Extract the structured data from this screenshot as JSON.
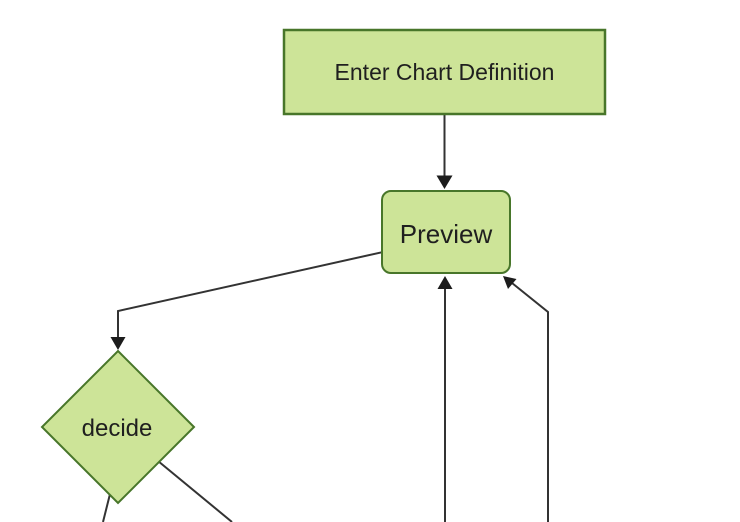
{
  "diagram": {
    "type": "flowchart",
    "orientation": "top-down",
    "background": "#ffffff",
    "colors": {
      "node_fill": "#cde498",
      "node_border": "#48762a",
      "edge_color": "#333333",
      "arrow_color": "#1c1c1c",
      "text_color": "#1f1f1f"
    },
    "nodes": [
      {
        "id": "enter-chart-definition",
        "label": "Enter Chart Definition",
        "shape": "rectangle"
      },
      {
        "id": "preview",
        "label": "Preview",
        "shape": "rounded-rectangle"
      },
      {
        "id": "decide",
        "label": "decide",
        "shape": "diamond"
      }
    ],
    "edges": [
      {
        "from": "enter-chart-definition",
        "to": "preview",
        "arrow": true
      },
      {
        "from": "preview",
        "to": "decide",
        "arrow": true
      },
      {
        "from": "offscreen-bottom-left-path",
        "to": "preview",
        "arrow": true
      },
      {
        "from": "offscreen-bottom-right-path",
        "to": "preview",
        "arrow": true
      },
      {
        "from": "decide",
        "to": "offscreen-bottom",
        "arrow": false
      },
      {
        "from": "decide",
        "to": "offscreen-bottom-right",
        "arrow": false
      }
    ]
  }
}
